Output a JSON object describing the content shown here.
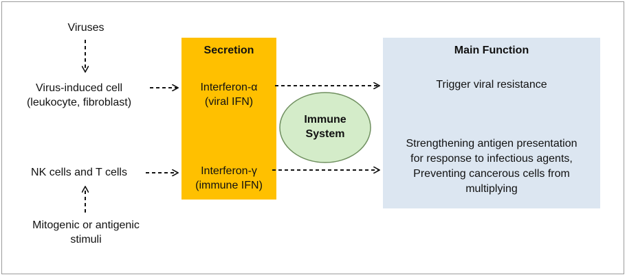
{
  "inputs": {
    "viruses": "Viruses",
    "virus_cell_line1": "Virus-induced cell",
    "virus_cell_line2": "(leukocyte, fibroblast)",
    "nk_t_cells": "NK cells and T cells",
    "mitogenic_line1": "Mitogenic or antigenic",
    "mitogenic_line2": "stimuli"
  },
  "secretion": {
    "title": "Secretion",
    "ifn_alpha_line1": "Interferon-α",
    "ifn_alpha_line2": "(viral IFN)",
    "ifn_gamma_line1": "Interferon-γ",
    "ifn_gamma_line2": "(immune IFN)"
  },
  "immune": {
    "line1": "Immune",
    "line2": "System"
  },
  "main_function": {
    "title": "Main Function",
    "function1": "Trigger viral resistance",
    "function2_line1": "Strengthening antigen presentation",
    "function2_line2": "for response to infectious agents,",
    "function2_line3": "Preventing cancerous cells from",
    "function2_line4": "multiplying"
  },
  "colors": {
    "secretion_fill": "#ffc000",
    "function_fill": "#dce6f1",
    "immune_fill": "#d4ecc9",
    "immune_stroke": "#6f8f5f"
  }
}
